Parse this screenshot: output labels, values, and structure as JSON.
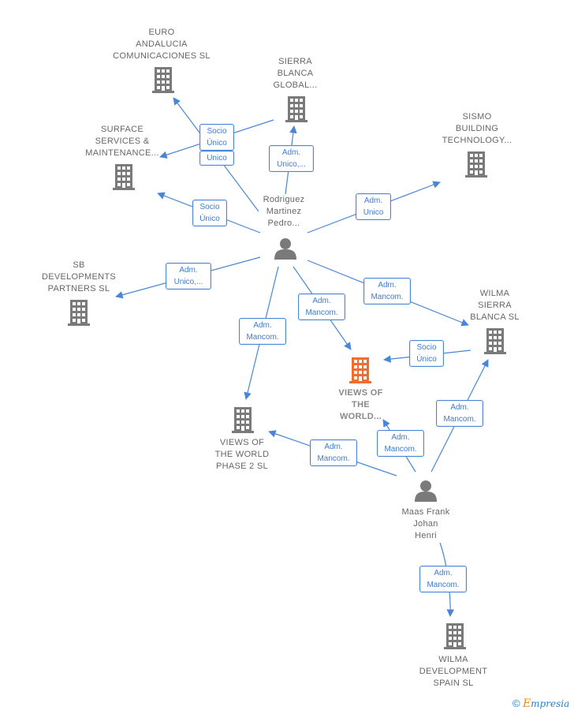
{
  "colors": {
    "edge": "#4a86d6",
    "company": "#7a7a7a",
    "main_company": "#f26b2f",
    "person": "#7a7a7a"
  },
  "nodes": [
    {
      "id": "euro",
      "kind": "company",
      "label": "EURO\nANDALUCIA\nCOMUNICACIONES SL"
    },
    {
      "id": "sierra_global",
      "kind": "company",
      "label": "SIERRA\nBLANCA\nGLOBAL..."
    },
    {
      "id": "surface",
      "kind": "company",
      "label": "SURFACE\nSERVICES &\nMAINTENANCE..."
    },
    {
      "id": "sismo",
      "kind": "company",
      "label": "SISMO\nBUILDING\nTECHNOLOGY..."
    },
    {
      "id": "rodriguez",
      "kind": "person",
      "label": "Rodriguez\nMartinez\nPedro..."
    },
    {
      "id": "sb",
      "kind": "company",
      "label": "SB\nDEVELOPMENTS\nPARTNERS  SL"
    },
    {
      "id": "wilma_sierra",
      "kind": "company",
      "label": "WILMA\nSIERRA\nBLANCA  SL"
    },
    {
      "id": "views_main",
      "kind": "main",
      "label": "VIEWS OF\nTHE\nWORLD..."
    },
    {
      "id": "views_phase2",
      "kind": "company",
      "label": "VIEWS OF\nTHE WORLD\nPHASE 2  SL"
    },
    {
      "id": "maas",
      "kind": "person",
      "label": "Maas Frank\nJohan\nHenri"
    },
    {
      "id": "wilma_dev",
      "kind": "company",
      "label": "WILMA\nDEVELOPMENT\nSPAIN  SL"
    }
  ],
  "edges": [
    {
      "id": "e1",
      "label": "Socio\nÚnico"
    },
    {
      "id": "e2",
      "label": "Unico"
    },
    {
      "id": "e3",
      "label": "Adm.\nUnico,..."
    },
    {
      "id": "e4",
      "label": "Socio\nÚnico"
    },
    {
      "id": "e5",
      "label": "Adm.\nUnico"
    },
    {
      "id": "e6",
      "label": "Adm.\nUnico,..."
    },
    {
      "id": "e7",
      "label": "Adm.\nMancom."
    },
    {
      "id": "e8",
      "label": "Adm.\nMancom."
    },
    {
      "id": "e9",
      "label": "Adm.\nMancom."
    },
    {
      "id": "e10",
      "label": "Socio\nÚnico"
    },
    {
      "id": "e11",
      "label": "Adm.\nMancom."
    },
    {
      "id": "e12",
      "label": "Adm.\nMancom."
    },
    {
      "id": "e13",
      "label": "Adm.\nMancom."
    },
    {
      "id": "e14",
      "label": "Adm.\nMancom."
    }
  ],
  "footer": {
    "copyright_symbol": "©",
    "brand_initial": "E",
    "brand_rest": "mpresia"
  }
}
